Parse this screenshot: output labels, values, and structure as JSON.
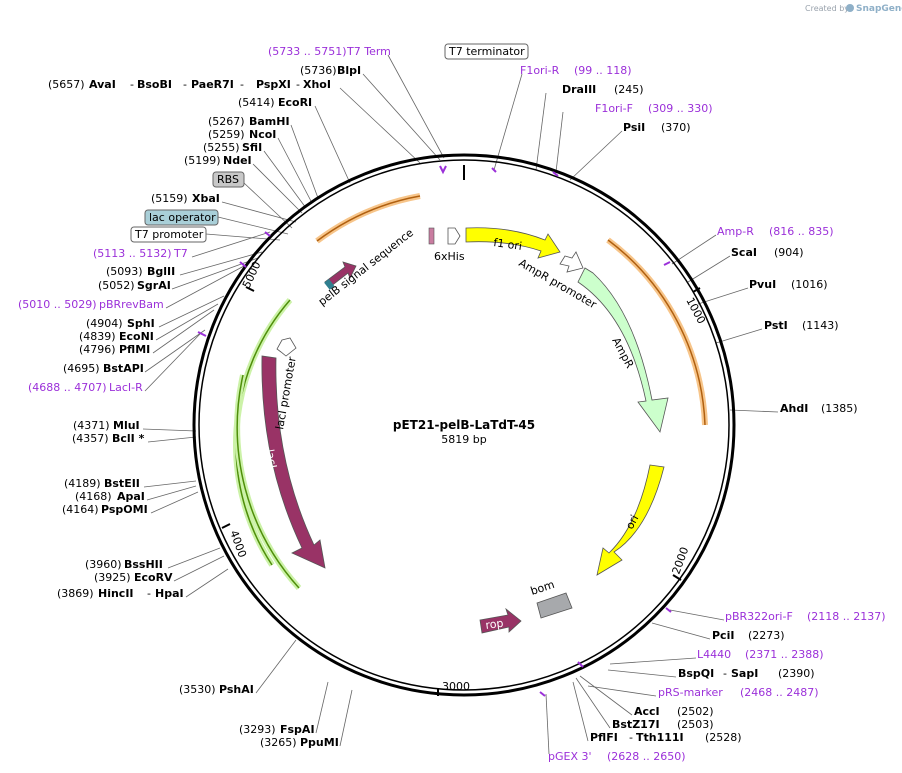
{
  "watermark": {
    "prefix": "Created by",
    "brand": "SnapGene"
  },
  "plasmid": {
    "name": "pET21-pelB-LaTdT-45",
    "size": "5819 bp"
  },
  "ticks": [
    "1000",
    "2000",
    "3000",
    "4000",
    "5000"
  ],
  "labels": [
    {
      "text": "(5733 .. 5751)",
      "class": "pr"
    },
    {
      "text": "T7 Term",
      "class": "pr"
    },
    {
      "text": "(5736)"
    },
    {
      "text": "BlpI",
      "class": "b"
    },
    {
      "text": "(5657)"
    },
    {
      "text": "AvaI",
      "class": "b"
    },
    {
      "text": "-"
    },
    {
      "text": "BsoBI",
      "class": "b"
    },
    {
      "text": "-"
    },
    {
      "text": "PaeR7I",
      "class": "b"
    },
    {
      "text": "-"
    },
    {
      "text": "PspXI",
      "class": "b"
    },
    {
      "text": "-"
    },
    {
      "text": "XhoI",
      "class": "b"
    },
    {
      "text": "(5414)"
    },
    {
      "text": "EcoRI",
      "class": "b"
    },
    {
      "text": "(5267)"
    },
    {
      "text": "BamHI",
      "class": "b"
    },
    {
      "text": "(5259)"
    },
    {
      "text": "NcoI",
      "class": "b"
    },
    {
      "text": "(5255)"
    },
    {
      "text": "SfiI",
      "class": "b"
    },
    {
      "text": "(5199)"
    },
    {
      "text": "NdeI",
      "class": "b"
    },
    {
      "text": "(5159)"
    },
    {
      "text": "XbaI",
      "class": "b"
    },
    {
      "text": "(5113 .. 5132)",
      "class": "pr"
    },
    {
      "text": "T7",
      "class": "pr"
    },
    {
      "text": "(5093)"
    },
    {
      "text": "BglII",
      "class": "b"
    },
    {
      "text": "(5052)"
    },
    {
      "text": "SgrAI",
      "class": "b"
    },
    {
      "text": "(5010 .. 5029)",
      "class": "pr"
    },
    {
      "text": "pBRrevBam",
      "class": "pr"
    },
    {
      "text": "(4904)"
    },
    {
      "text": "SphI",
      "class": "b"
    },
    {
      "text": "(4839)"
    },
    {
      "text": "EcoNI",
      "class": "b"
    },
    {
      "text": "(4796)"
    },
    {
      "text": "PflMI",
      "class": "b"
    },
    {
      "text": "(4695)"
    },
    {
      "text": "BstAPI",
      "class": "b"
    },
    {
      "text": "(4688 .. 4707)",
      "class": "pr"
    },
    {
      "text": "LacI-R",
      "class": "pr"
    },
    {
      "text": "(4371)"
    },
    {
      "text": "MluI",
      "class": "b"
    },
    {
      "text": "(4357)"
    },
    {
      "text": "BclI *",
      "class": "b"
    },
    {
      "text": "(4189)"
    },
    {
      "text": "BstEII",
      "class": "b"
    },
    {
      "text": "(4168)"
    },
    {
      "text": "ApaI",
      "class": "b"
    },
    {
      "text": "(4164)"
    },
    {
      "text": "PspOMI",
      "class": "b"
    },
    {
      "text": "(3960)"
    },
    {
      "text": "BssHII",
      "class": "b"
    },
    {
      "text": "(3925)"
    },
    {
      "text": "EcoRV",
      "class": "b"
    },
    {
      "text": "(3869)"
    },
    {
      "text": "HincII",
      "class": "b"
    },
    {
      "text": "-"
    },
    {
      "text": "HpaI",
      "class": "b"
    },
    {
      "text": "(3530)"
    },
    {
      "text": "PshAI",
      "class": "b"
    },
    {
      "text": "(3293)"
    },
    {
      "text": "FspAI",
      "class": "b"
    },
    {
      "text": "(3265)"
    },
    {
      "text": "PpuMI",
      "class": "b"
    },
    {
      "text": "F1ori-R",
      "class": "pr"
    },
    {
      "text": "(99 .. 118)",
      "class": "pr"
    },
    {
      "text": "DraIII",
      "class": "b"
    },
    {
      "text": "(245)"
    },
    {
      "text": "F1ori-F",
      "class": "pr"
    },
    {
      "text": "(309 .. 330)",
      "class": "pr"
    },
    {
      "text": "PsiI",
      "class": "b"
    },
    {
      "text": "(370)"
    },
    {
      "text": "Amp-R",
      "class": "pr"
    },
    {
      "text": "(816 .. 835)",
      "class": "pr"
    },
    {
      "text": "ScaI",
      "class": "b"
    },
    {
      "text": "(904)"
    },
    {
      "text": "PvuI",
      "class": "b"
    },
    {
      "text": "(1016)"
    },
    {
      "text": "PstI",
      "class": "b"
    },
    {
      "text": "(1143)"
    },
    {
      "text": "AhdI",
      "class": "b"
    },
    {
      "text": "(1385)"
    },
    {
      "text": "pBR322ori-F",
      "class": "pr"
    },
    {
      "text": "(2118 .. 2137)",
      "class": "pr"
    },
    {
      "text": "PciI",
      "class": "b"
    },
    {
      "text": "(2273)"
    },
    {
      "text": "L4440",
      "class": "pr"
    },
    {
      "text": "(2371 .. 2388)",
      "class": "pr"
    },
    {
      "text": "BspQI",
      "class": "b"
    },
    {
      "text": "-"
    },
    {
      "text": "SapI",
      "class": "b"
    },
    {
      "text": "(2390)"
    },
    {
      "text": "pRS-marker",
      "class": "pr"
    },
    {
      "text": "(2468 .. 2487)",
      "class": "pr"
    },
    {
      "text": "AccI",
      "class": "b"
    },
    {
      "text": "(2502)"
    },
    {
      "text": "BstZ17I",
      "class": "b"
    },
    {
      "text": "(2503)"
    },
    {
      "text": "PflFI",
      "class": "b"
    },
    {
      "text": "-"
    },
    {
      "text": "Tth111I",
      "class": "b"
    },
    {
      "text": "(2528)"
    },
    {
      "text": "pGEX 3'",
      "class": "pr"
    },
    {
      "text": "(2628 .. 2650)",
      "class": "pr"
    }
  ],
  "boxed_labels": [
    {
      "text": "T7 terminator",
      "fill": "#ffffff"
    },
    {
      "text": "RBS",
      "fill": "#c8c8c8"
    },
    {
      "text": "lac operator",
      "fill": "#a9cfd8"
    },
    {
      "text": "T7 promoter",
      "fill": "#ffffff"
    }
  ],
  "features": [
    {
      "name": "f1 ori",
      "color": "#ffff00"
    },
    {
      "name": "AmpR promoter",
      "color": "#ffffff"
    },
    {
      "name": "AmpR",
      "color": "#ccffcc"
    },
    {
      "name": "ori",
      "color": "#ffff00"
    },
    {
      "name": "bom",
      "color": "#a7a9ac"
    },
    {
      "name": "rop",
      "color": "#993366"
    },
    {
      "name": "lacI",
      "color": "#993366"
    },
    {
      "name": "lacI promoter",
      "color": "#ffffff"
    },
    {
      "name": "pelB signal sequence",
      "color": "#993366"
    },
    {
      "name": "6xHis",
      "color": "#ffffff"
    }
  ],
  "colors": {
    "primer": "#9b30d9",
    "backbone": "#000000",
    "orf": "#993366",
    "ori": "#ffff00",
    "ampr": "#ccffcc"
  }
}
